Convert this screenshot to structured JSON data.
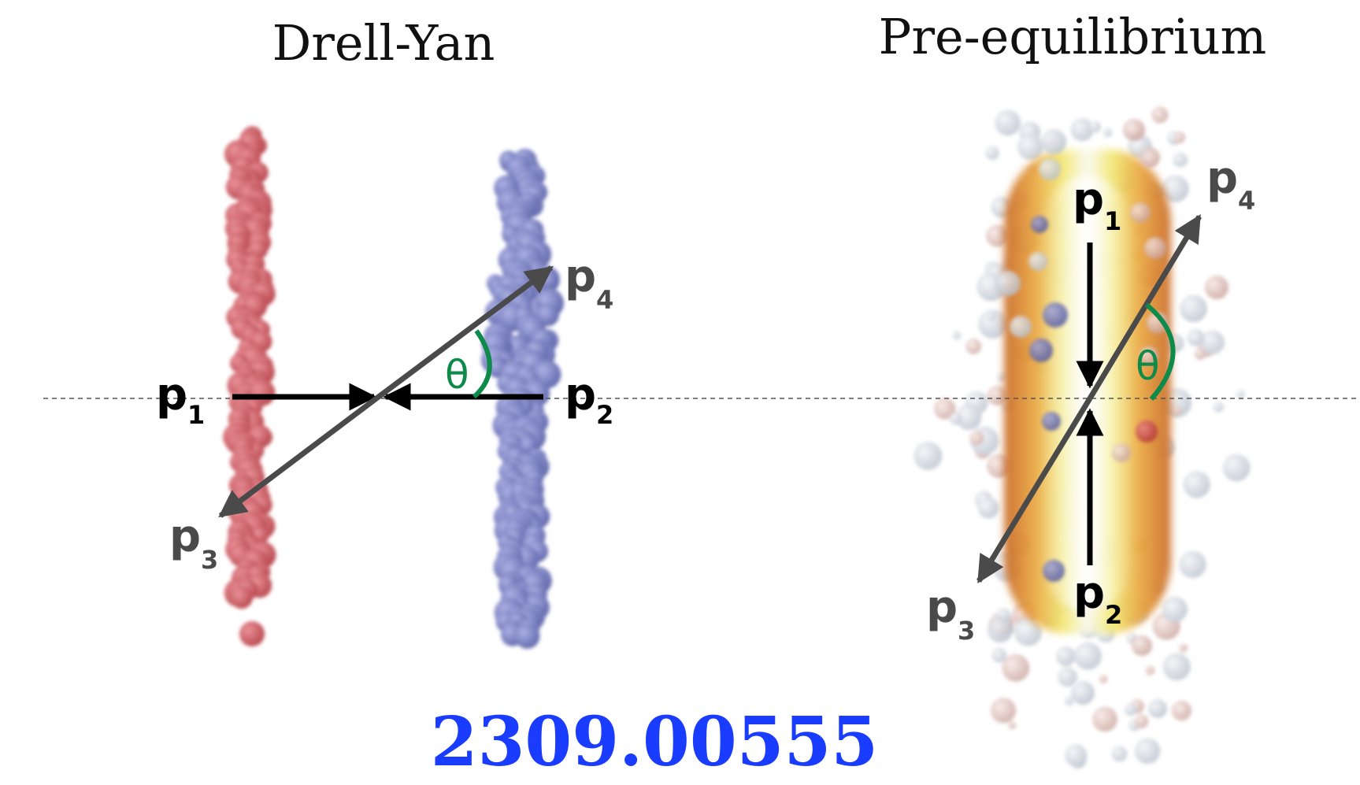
{
  "titles": {
    "left": "Drell-Yan",
    "right": "Pre-equilibrium"
  },
  "labels": {
    "left": {
      "p1": "p",
      "p1_sub": "1",
      "p2": "p",
      "p2_sub": "2",
      "p3": "p",
      "p3_sub": "3",
      "p4": "p",
      "p4_sub": "4",
      "angle": "θ"
    },
    "right": {
      "p1": "p",
      "p1_sub": "1",
      "p2": "p",
      "p2_sub": "2",
      "p3": "p",
      "p3_sub": "3",
      "p4": "p",
      "p4_sub": "4",
      "angle": "θ"
    }
  },
  "reference": "2309.00555",
  "colors": {
    "nucleus_left": "#c0393f",
    "nucleus_right": "#5c63b0",
    "incoming_arrow": "#000000",
    "outgoing_arrow": "#4a4a4a",
    "angle": "#0e8a4a",
    "reference": "#1a3cff",
    "fireball_outer": "#e07a2a",
    "fireball_inner": "#f3e86a"
  }
}
